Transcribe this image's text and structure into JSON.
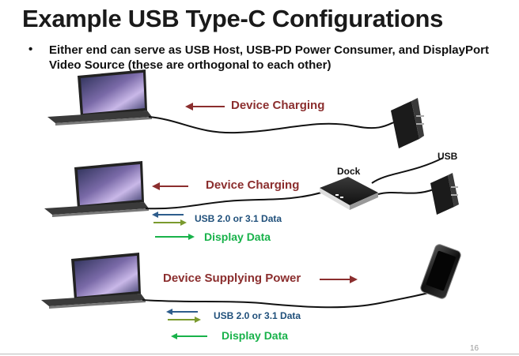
{
  "slide": {
    "title": "Example USB Type-C Configurations",
    "bullet": "Either end can serve as USB Host, USB-PD Power Consumer, and DisplayPort Video Source (these are orthogonal to each other)",
    "page_number": "16"
  },
  "row1": {
    "charging_label": "Device Charging"
  },
  "row2": {
    "charging_label": "Device Charging",
    "dock_label": "Dock",
    "usb_label": "USB",
    "usb_data_label": "USB 2.0 or 3.1 Data",
    "display_data_label": "Display Data"
  },
  "row3": {
    "power_label": "Device Supplying Power",
    "usb_data_label": "USB 2.0 or 3.1 Data",
    "display_data_label": "Display Data"
  },
  "colors": {
    "power_arrow": "#8b2e2e",
    "usb_arrow_blue": "#2e5d8c",
    "usb_arrow_olive": "#7a9a2e",
    "display_arrow": "#18b24a"
  }
}
